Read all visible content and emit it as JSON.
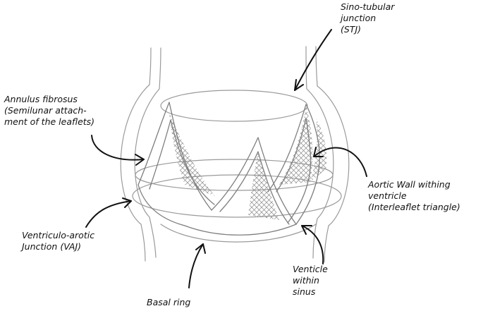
{
  "labels": {
    "stj": "Sino-tubular\njunction\n(STJ)",
    "annulus": "Annulus fibrosus\n(Semilunar attach-\nment of the leaflets)",
    "aortic_wall": "Aortic Wall withing\nventricle\n(Interleaflet triangle)",
    "vaj": "Ventriculo-arotic\nJunction (VAJ)",
    "ventricle_sinus": "Venticle\nwithin\nsinus",
    "basal_ring": "Basal ring"
  }
}
